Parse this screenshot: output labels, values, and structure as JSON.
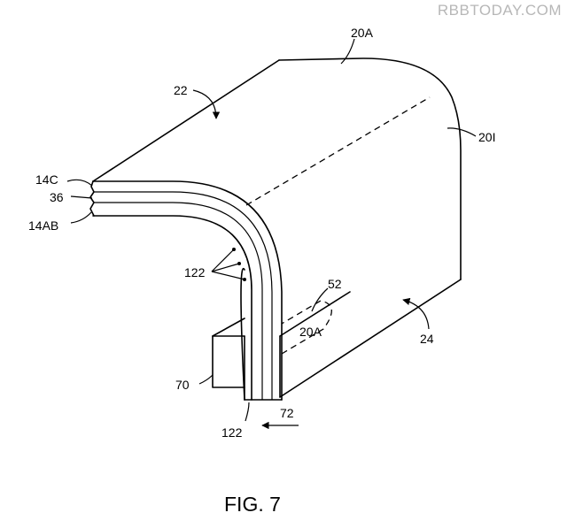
{
  "watermark": "RBBTODAY.COM",
  "caption": "FIG. 7",
  "labels": {
    "top_surface_label": "20A",
    "lead_22": "22",
    "lead_20I": "20I",
    "layer_14C": "14C",
    "layer_36": "36",
    "layer_14AB": "14AB",
    "lines_122": "122",
    "region_52": "52",
    "inner_20A": "20A",
    "lead_24": "24",
    "component_70": "70",
    "bottom_122": "122",
    "direction_72": "72"
  }
}
